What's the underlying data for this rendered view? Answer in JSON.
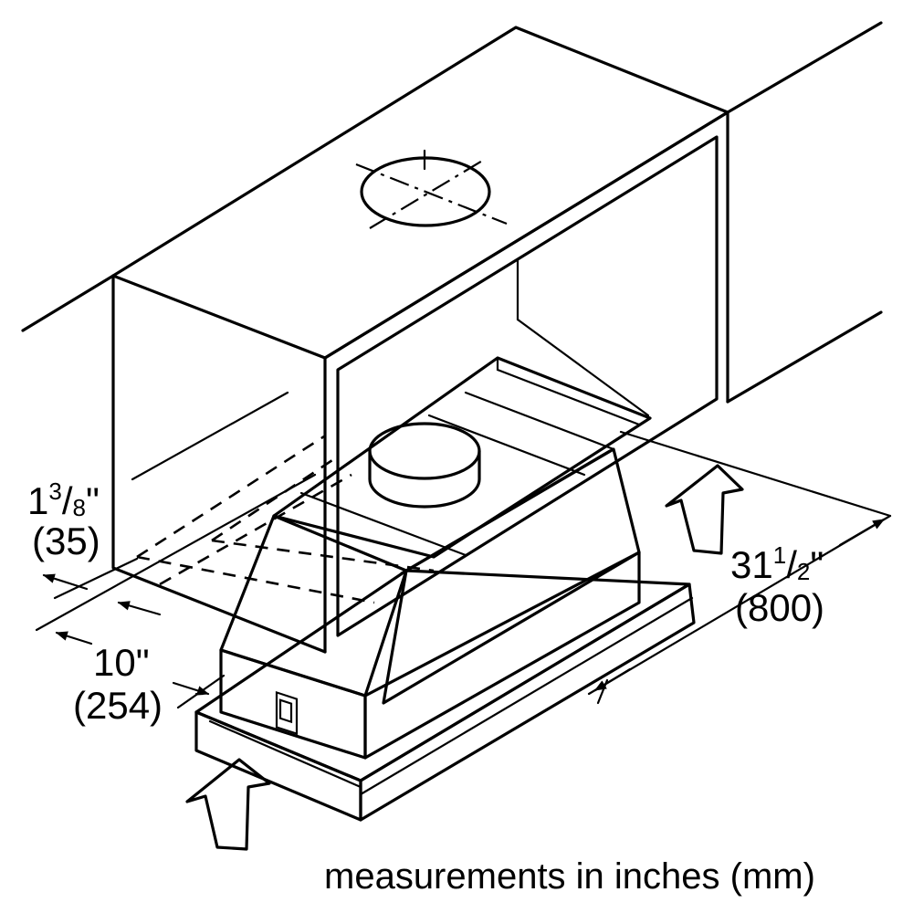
{
  "dimensions": {
    "flange": {
      "whole": "1",
      "num": "3",
      "den": "8",
      "unit": "\"",
      "metric": "(35)"
    },
    "depth": {
      "value": "10\"",
      "metric": "(254)"
    },
    "width": {
      "whole": "31",
      "num": "1",
      "den": "2",
      "unit": "\"",
      "metric": "(800)"
    }
  },
  "caption": "measurements in inches (mm)",
  "icons": [
    "airflow-arrow-icon",
    "dimension-arrow-icon",
    "duct-outlet-circle-icon"
  ]
}
